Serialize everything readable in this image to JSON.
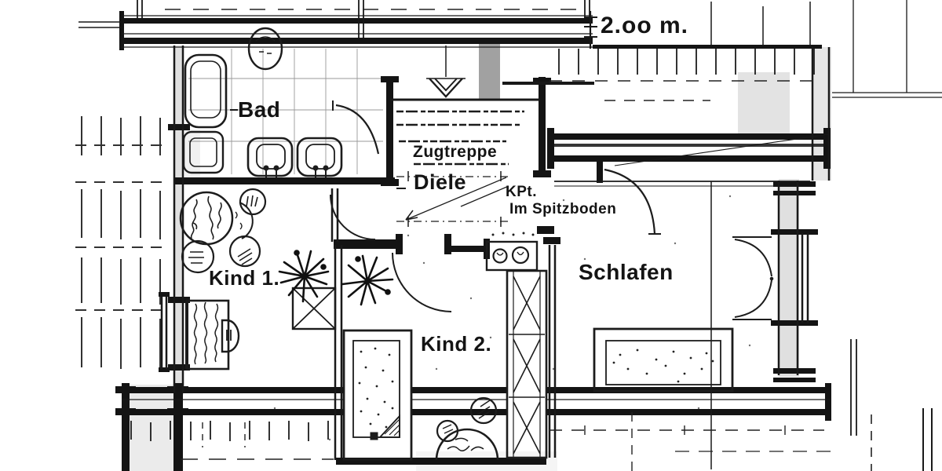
{
  "plan": {
    "dimension_label": "2.oo m.",
    "rooms": [
      {
        "id": "bad",
        "label": "Bad"
      },
      {
        "id": "zugtreppe",
        "label": "Zugtreppe"
      },
      {
        "id": "diele",
        "label": "Diele"
      },
      {
        "id": "kind1",
        "label": "Kind 1."
      },
      {
        "id": "kind2",
        "label": "Kind 2."
      },
      {
        "id": "schlafen",
        "label": "Schlafen"
      }
    ],
    "annotation": {
      "line1": "KPt.",
      "line2": "Im Spitzboden"
    },
    "colors": {
      "ink": "#191919",
      "walls": "#141414",
      "paper": "#ffffff",
      "shade": "#c7c7c7"
    }
  }
}
